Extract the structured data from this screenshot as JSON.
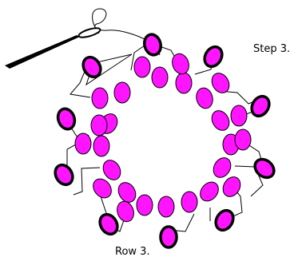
{
  "labels": {
    "step": "Step 3.",
    "row": "Row 3."
  },
  "colors": {
    "bead_fill": "#ff14ff",
    "bead_stroke": "#000000",
    "thread": "#000000",
    "needle": "#000000",
    "background": "#ffffff"
  },
  "diagram": {
    "inner_bead_count": 16,
    "middle_bead_count": 10,
    "outer_bead_count": 10,
    "total_bead_count": 36
  }
}
